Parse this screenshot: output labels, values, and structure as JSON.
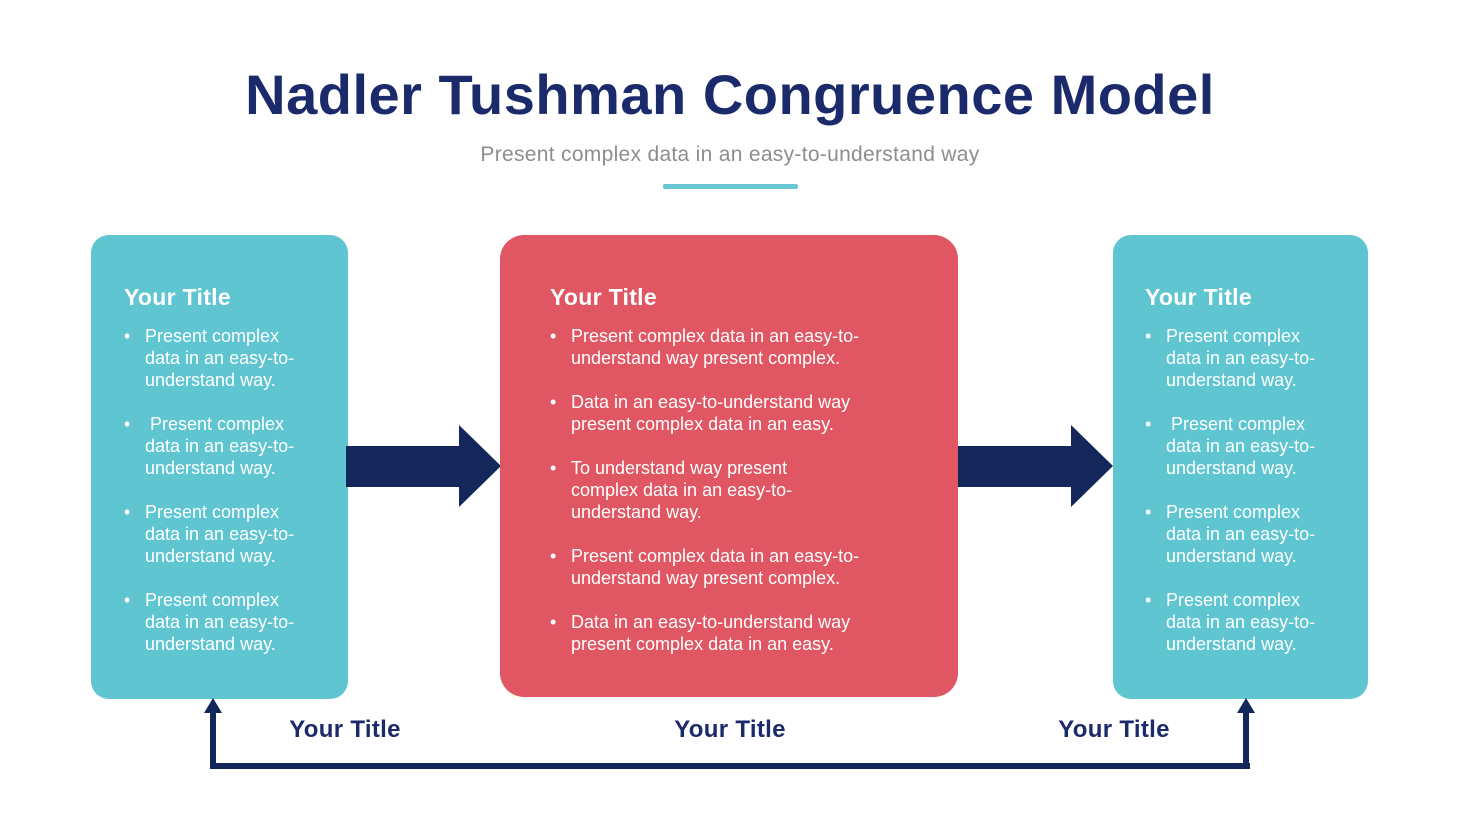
{
  "header": {
    "title": "Nadler Tushman Congruence Model",
    "subtitle": "Present complex data in an easy-to-understand way"
  },
  "bullet_char": "•",
  "boxes": [
    {
      "title": "Your Title",
      "bullets": [
        "Present complex\ndata in an easy-to-\nunderstand way.",
        " Present complex\ndata in an easy-to-\nunderstand way.",
        "Present complex\ndata in an easy-to-\nunderstand way.",
        "Present complex\ndata in an easy-to-\nunderstand way."
      ]
    },
    {
      "title": "Your Title",
      "bullets": [
        "Present complex data in an easy-to-\nunderstand way present complex.",
        "Data in an easy-to-understand way\npresent complex data in an easy.",
        "To understand way present\ncomplex data in an easy-to-\nunderstand way.",
        "Present complex data in an easy-to-\nunderstand way present complex.",
        "Data in an easy-to-understand way\npresent complex data in an easy."
      ]
    },
    {
      "title": "Your Title",
      "bullets": [
        "Present complex\ndata in an easy-to-\nunderstand way.",
        " Present complex\ndata in an easy-to-\nunderstand way.",
        "Present complex\ndata in an easy-to-\nunderstand way.",
        "Present complex\ndata in an easy-to-\nunderstand way."
      ]
    }
  ],
  "bottom_labels": [
    "Your Title",
    "Your Title",
    "Your Title"
  ],
  "colors": {
    "teal_box": "#5ec5d1",
    "red_box": "#e15663",
    "navy_arrow": "#13275b",
    "title_navy": "#1b2a6b",
    "subtitle_gray": "#8d8d8d",
    "divider_teal": "#6ac8d3",
    "background": "#ffffff",
    "box_text": "#ffffff"
  }
}
